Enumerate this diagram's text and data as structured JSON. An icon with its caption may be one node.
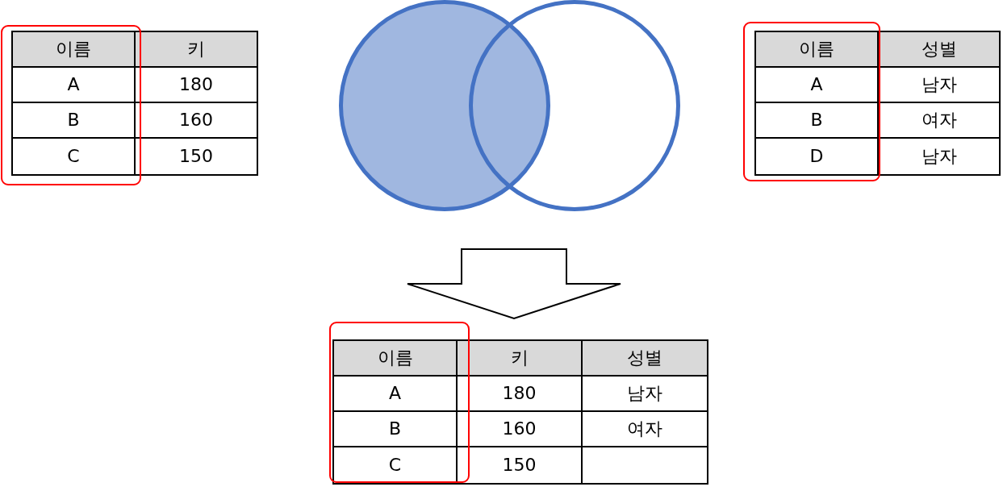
{
  "diagram": {
    "nodes": [
      {
        "text": [
          "이름",
          "키",
          "A",
          "180",
          "B",
          "160",
          "C",
          "150"
        ]
      },
      {
        "text": [],
        "shape": "circle"
      },
      {
        "text": [],
        "shape": "circle"
      },
      {
        "text": [
          "이름",
          "성별",
          "A",
          "남자",
          "B",
          "여자",
          "D",
          "남자"
        ]
      },
      {
        "text": [
          "이름",
          "키",
          "성별",
          "A",
          "180",
          "남자",
          "B",
          "160",
          "여자",
          "C",
          "150"
        ]
      }
    ],
    "edges": [
      {
        "from": null,
        "to": 4,
        "arrow": "to"
      }
    ]
  }
}
